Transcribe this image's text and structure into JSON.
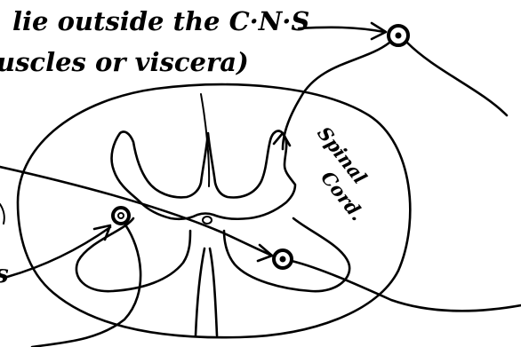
{
  "annotations": {
    "top_line": "lie outside the C·N·S",
    "second_line": "uscles or viscera)",
    "left_fragment": "s",
    "inner_label_line1": "Spinal",
    "inner_label_line2": "Cord."
  },
  "colors": {
    "ink": "#000000",
    "paper": "#ffffff"
  }
}
